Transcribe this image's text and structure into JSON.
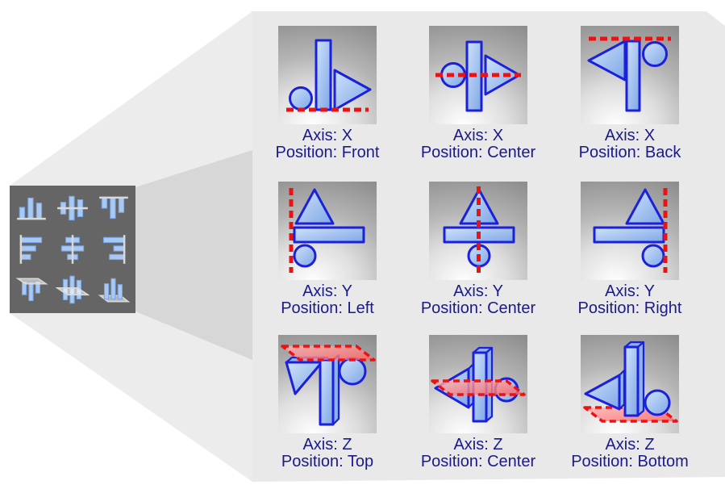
{
  "palette": {
    "icons": [
      {
        "name": "align-x-front-icon",
        "symbol": "pal-x-front"
      },
      {
        "name": "align-x-center-icon",
        "symbol": "pal-x-center"
      },
      {
        "name": "align-x-back-icon",
        "symbol": "pal-x-back"
      },
      {
        "name": "align-y-left-icon",
        "symbol": "pal-y-left"
      },
      {
        "name": "align-y-center-icon",
        "symbol": "pal-y-center"
      },
      {
        "name": "align-y-right-icon",
        "symbol": "pal-y-right"
      },
      {
        "name": "align-z-top-icon",
        "symbol": "pal-z-top"
      },
      {
        "name": "align-z-center-icon",
        "symbol": "pal-z-center"
      },
      {
        "name": "align-z-bottom-icon",
        "symbol": "pal-z-bottom"
      }
    ]
  },
  "tiles": [
    {
      "name": "example-x-front",
      "axis_label": "Axis: X",
      "position_label": "Position: Front",
      "icon": "tile-x-front"
    },
    {
      "name": "example-x-center",
      "axis_label": "Axis: X",
      "position_label": "Position: Center",
      "icon": "tile-x-center"
    },
    {
      "name": "example-x-back",
      "axis_label": "Axis: X",
      "position_label": "Position: Back",
      "icon": "tile-x-back"
    },
    {
      "name": "example-y-left",
      "axis_label": "Axis: Y",
      "position_label": "Position: Left",
      "icon": "tile-y-left"
    },
    {
      "name": "example-y-center",
      "axis_label": "Axis: Y",
      "position_label": "Position: Center",
      "icon": "tile-y-center"
    },
    {
      "name": "example-y-right",
      "axis_label": "Axis: Y",
      "position_label": "Position: Right",
      "icon": "tile-y-right"
    },
    {
      "name": "example-z-top",
      "axis_label": "Axis: Z",
      "position_label": "Position: Top",
      "icon": "tile-z-top"
    },
    {
      "name": "example-z-center",
      "axis_label": "Axis: Z",
      "position_label": "Position: Center",
      "icon": "tile-z-center"
    },
    {
      "name": "example-z-bottom",
      "axis_label": "Axis: Z",
      "position_label": "Position: Bottom",
      "icon": "tile-z-bottom"
    }
  ],
  "colors": {
    "label_text": "#1a1a8a",
    "shape_stroke": "#1a20dc",
    "shape_fill_light": "#cfe3fa",
    "shape_fill_dark": "#7fa6e6",
    "guide_red": "#ee1111",
    "plane_fill_light": "#ffb3b3",
    "plane_fill_dark": "#ff6060",
    "palette_background": "#656565",
    "palette_bar_fill": "#a9c9f2",
    "palette_bar_stroke": "#7aa5e4",
    "palette_line": "#d9d9d9",
    "panel_gray": "#e9e9e9",
    "cone_gray": "#ececec",
    "beam_gray": "#d7d7d7"
  }
}
